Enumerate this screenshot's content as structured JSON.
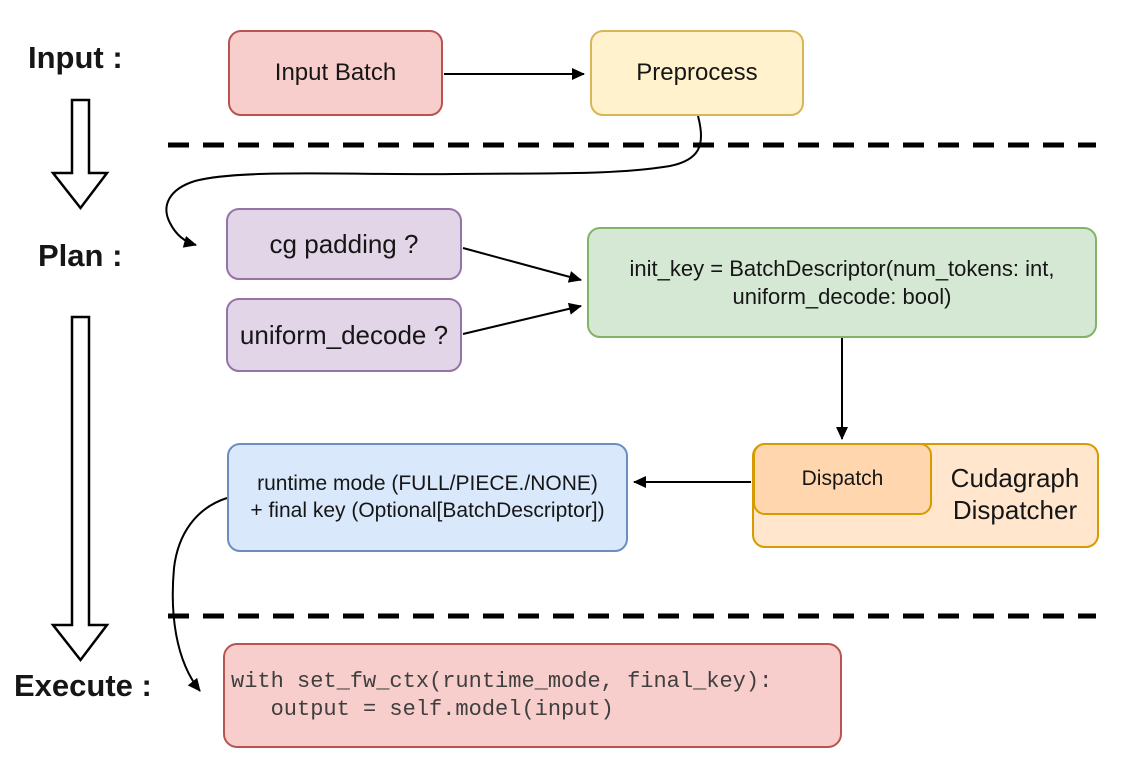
{
  "palette": {
    "line_color": "#000000",
    "red_fill": "#f8cecc",
    "red_stroke": "#b85450",
    "yellow_fill": "#fff2cc",
    "yellow_stroke": "#d6b656",
    "purple_fill": "#e1d5e7",
    "purple_stroke": "#9673a6",
    "green_fill": "#d5e8d4",
    "green_stroke": "#82b366",
    "blue_fill": "#dae8fc",
    "blue_stroke": "#6c8ebf",
    "orange_fill": "#ffe6cc",
    "orange_inner_fill": "#ffd6ad",
    "orange_stroke": "#d79b00"
  },
  "stage_labels": {
    "input": "Input :",
    "plan": "Plan :",
    "execute": "Execute :"
  },
  "nodes": {
    "input_batch": "Input Batch",
    "preprocess": "Preprocess",
    "cg_padding": "cg padding ?",
    "uniform_decode": "uniform_decode ?",
    "init_key": [
      "init_key = BatchDescriptor(num_tokens: int,",
      "uniform_decode: bool)"
    ],
    "dispatch": "Dispatch",
    "cudagraph_dispatcher": [
      "Cudagraph",
      "Dispatcher"
    ],
    "runtime_mode": [
      "runtime mode (FULL/PIECE./NONE)",
      "+ final key (Optional[BatchDescriptor])"
    ],
    "execute_code": [
      "with set_fw_ctx(runtime_mode, final_key):",
      "   output = self.model(input)"
    ]
  }
}
